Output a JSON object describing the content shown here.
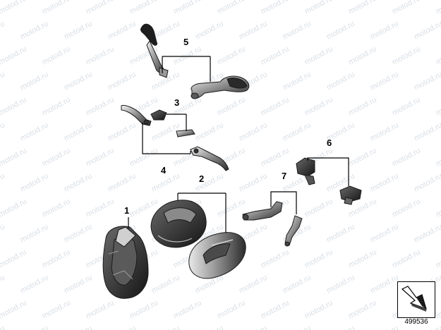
{
  "watermark": {
    "text": "motod.ru"
  },
  "callouts": [
    "1",
    "2",
    "3",
    "4",
    "5",
    "6",
    "7"
  ],
  "diagram_number": "499536",
  "colors": {
    "part_dark": "#2b2b2b",
    "part_mid": "#7a7a7a",
    "part_light": "#d8d8d8",
    "watermark": "#d9dfe6"
  }
}
